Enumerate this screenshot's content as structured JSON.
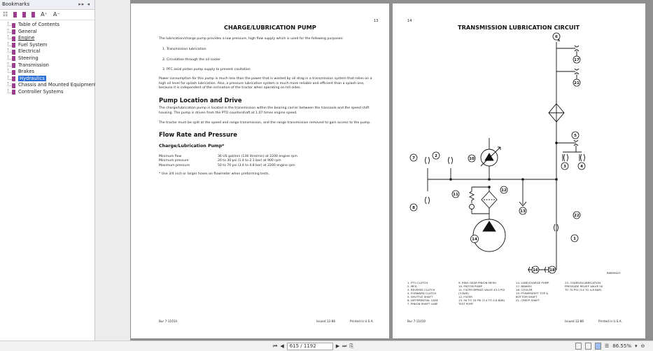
{
  "sidebar": {
    "title": "Bookmarks",
    "items": [
      {
        "label": "Table of Contents"
      },
      {
        "label": "General"
      },
      {
        "label": "Engine"
      },
      {
        "label": "Fuel System"
      },
      {
        "label": "Electrical"
      },
      {
        "label": "Steering"
      },
      {
        "label": "Transmission"
      },
      {
        "label": "Brakes"
      },
      {
        "label": "Hydraulics"
      },
      {
        "label": "Chassis and Mounted Equipment"
      },
      {
        "label": "Controller Systems"
      }
    ],
    "selected": "Hydraulics",
    "underlined": "Engine",
    "tools": {
      "font_up": "A⁺",
      "font_down": "A⁻"
    },
    "accent": "#9b3c8e"
  },
  "left_page": {
    "page_number": "13",
    "title": "CHARGE/LUBRICATION PUMP",
    "intro": "The lubrication/charge pump provides a low pressure, high flow supply which is used for the following purposes:",
    "purposes": [
      "1. Transmission lubrication",
      "2. Circulation through the oil cooler",
      "3. PFC axial piston pump supply to prevent cavitation"
    ],
    "power_para": "Power consumption for this pump is much less than the power that is wasted by oil drag in a transmission system that relies on a high oil level for splash lubrication. Also, a pressure lubrication system is much more reliable and efficient than a splash one, because it is independent of the inclination of the tractor when operating on hill sides.",
    "h_location": "Pump Location and Drive",
    "loc_para1": "The charge/lubrication pump is located in the transmission within the bearing carrier between the transaxle and the speed shift housing. The pump is driven from the PTO countershaft at 1.07 times engine speed.",
    "loc_para2": "The tractor must be split at the speed and range transmission, and the range transmission removed to gain access to the pump.",
    "h_flow": "Flow Rate and Pressure",
    "h_pump": "Charge/Lubrication Pump*",
    "specs": [
      {
        "name": "Minimum flow",
        "value": "36 US gal/min (136 litre/min) at 2200 engine rpm"
      },
      {
        "name": "Minimum pressure",
        "value": "20 to 30 psi (1.4 to 2.1 bar) at 900 rpm"
      },
      {
        "name": "Maximum pressure",
        "value": "50 to 70 psi (3.4 to 4.8 bar) at 2200 engine rpm"
      }
    ],
    "note": "* Use 3/4 inch or larger hoses on flowmeter when preforming tests.",
    "footer_left": "Bur 7-11010",
    "footer_mid": "Issued 12-86",
    "footer_right": "Printed in U.S.A."
  },
  "right_page": {
    "page_number": "14",
    "title": "TRANSMISSION LUBRICATION CIRCUIT",
    "figure_code": "RB89M029",
    "callouts": [
      "6",
      "17",
      "21",
      "5",
      "3",
      "4",
      "7",
      "2",
      "10",
      "11",
      "12",
      "13",
      "8",
      "22",
      "1",
      "14",
      "16",
      "18"
    ],
    "legend": [
      [
        "1.  PTO CLUTCH",
        "2.  MFD",
        "3.  REVERSE CLUTCH",
        "4.  FORWARD CLUTCH",
        "5.  SHUTTLE SHAFT",
        "6.  DIFFERENTIAL CASE",
        "7.  PINION SHAFT LUBE"
      ],
      [
        "9.  RING GEAR PINION MESH",
        "10. PISTON PUMP",
        "11. FILTER BYPASS VALVE 43.5 PSI",
        "     (3 BAR)",
        "12. FILTER",
        "13. 50 TO 70 PSI (3.4 TO 4.8 BAR)",
        "     TEST PORT"
      ],
      [
        "14. LUBE/CHARGE PUMP",
        "17. BRAKES",
        "18. COOLER",
        "19. POWERSHIFT TOP &",
        "     BOTTOM SHAFT",
        "21. CREEP SHAFT"
      ],
      [
        "23. CHARGE/LUBRICATION",
        "     PRESSURE RELIEF VALVE 50",
        "     TO 70 PSI (3.4 TO 4.8 BAR)"
      ]
    ],
    "footer_left": "Bur 7-11010",
    "footer_mid": "Issued 12-86",
    "footer_right": "Printed in U.S.A."
  },
  "statusbar": {
    "page_field": "615 / 1192",
    "zoom": "86.55%"
  }
}
